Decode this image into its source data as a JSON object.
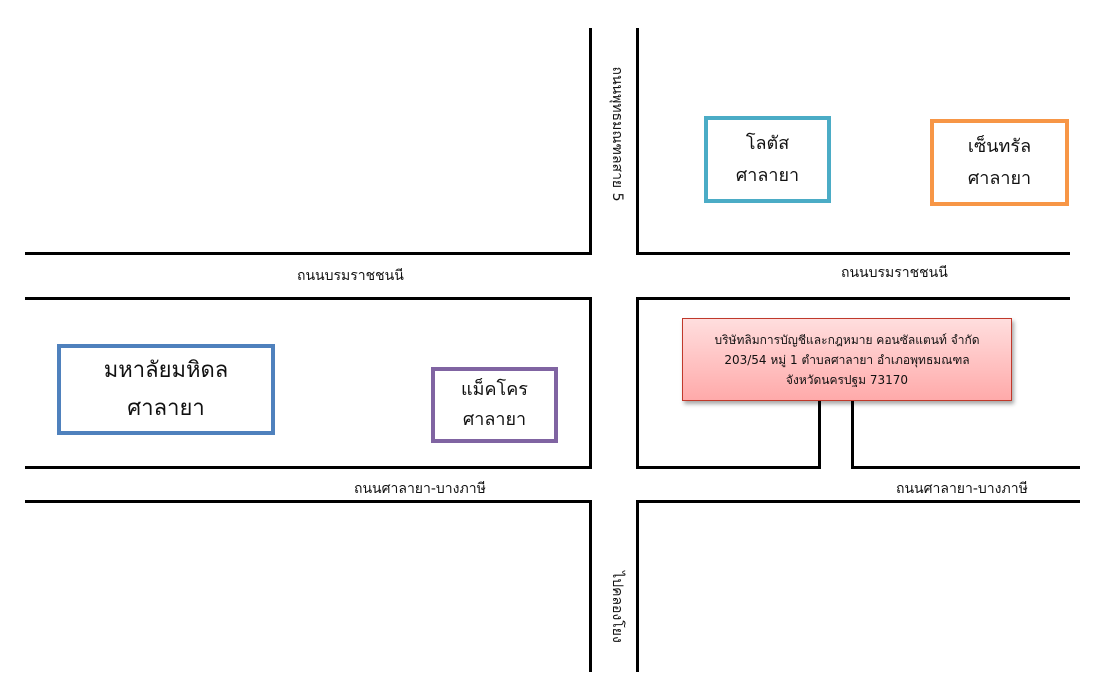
{
  "roads": {
    "borommaratchachonnani_left": "ถนนบรมราชชนนี",
    "borommaratchachonnani_right": "ถนนบรมราชชนนี",
    "salaya_bangphasi_left": "ถนนศาลายา-บางภาษี",
    "salaya_bangphasi_right": "ถนนศาลายา-บางภาษี",
    "phutthamonthon_sai5": "ถนนพุทธมณฑลสาย 5",
    "to_khlong_yong": "ไปคลองโยง"
  },
  "landmarks": {
    "lotus": {
      "line1": "โลตัส",
      "line2": "ศาลายา",
      "border_color": "#4bacc6"
    },
    "central": {
      "line1": "เซ็นทรัล",
      "line2": "ศาลายา",
      "border_color": "#f79646"
    },
    "mahidol": {
      "line1": "มหาลัยมหิดล",
      "line2": "ศาลายา",
      "border_color": "#4f81bd"
    },
    "makro": {
      "line1": "แม็คโคร",
      "line2": "ศาลายา",
      "border_color": "#8064a2"
    }
  },
  "company": {
    "name": "บริษัทลิมการบัญชีและกฎหมาย คอนซัลแตนท์ จำกัด",
    "address": "203/54 หมู่ 1 ตำบลศาลายา อำเภอพุทธมณฑล",
    "province": "จังหวัดนครปฐม 73170",
    "fill_color": "#ffc0c0",
    "border_color": "#c0392b"
  }
}
